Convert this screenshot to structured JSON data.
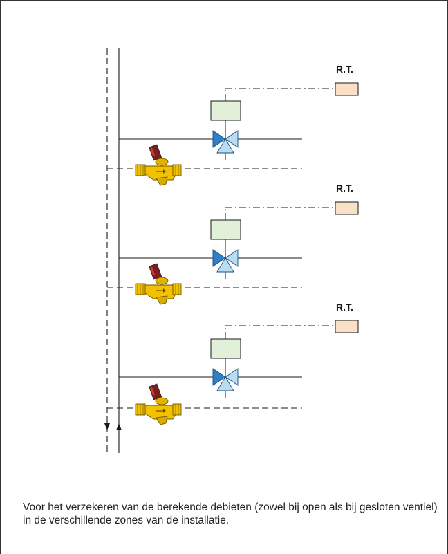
{
  "zones": [
    {
      "thermostat_label": "R.T."
    },
    {
      "thermostat_label": "R.T."
    },
    {
      "thermostat_label": "R.T."
    }
  ],
  "caption": "Voor het verzekeren van de berekende debieten (zowel bij open als bij gesloten ventiel) in de verschillende zones van de installatie.",
  "colors": {
    "frame": "#333333",
    "pipe": "#1a1a1a",
    "actuator_fill": "#e2efd9",
    "thermostat_fill": "#fbe0c8",
    "valve_dark_blue": "#2f7fc8",
    "valve_light_blue": "#b8dcf2",
    "balancing_valve_body": "#f2c200",
    "balancing_valve_head": "#7a1f1f"
  },
  "icons": [
    "three-way-valve-icon",
    "balancing-valve-icon",
    "flow-arrow-down-icon",
    "flow-arrow-up-icon"
  ]
}
